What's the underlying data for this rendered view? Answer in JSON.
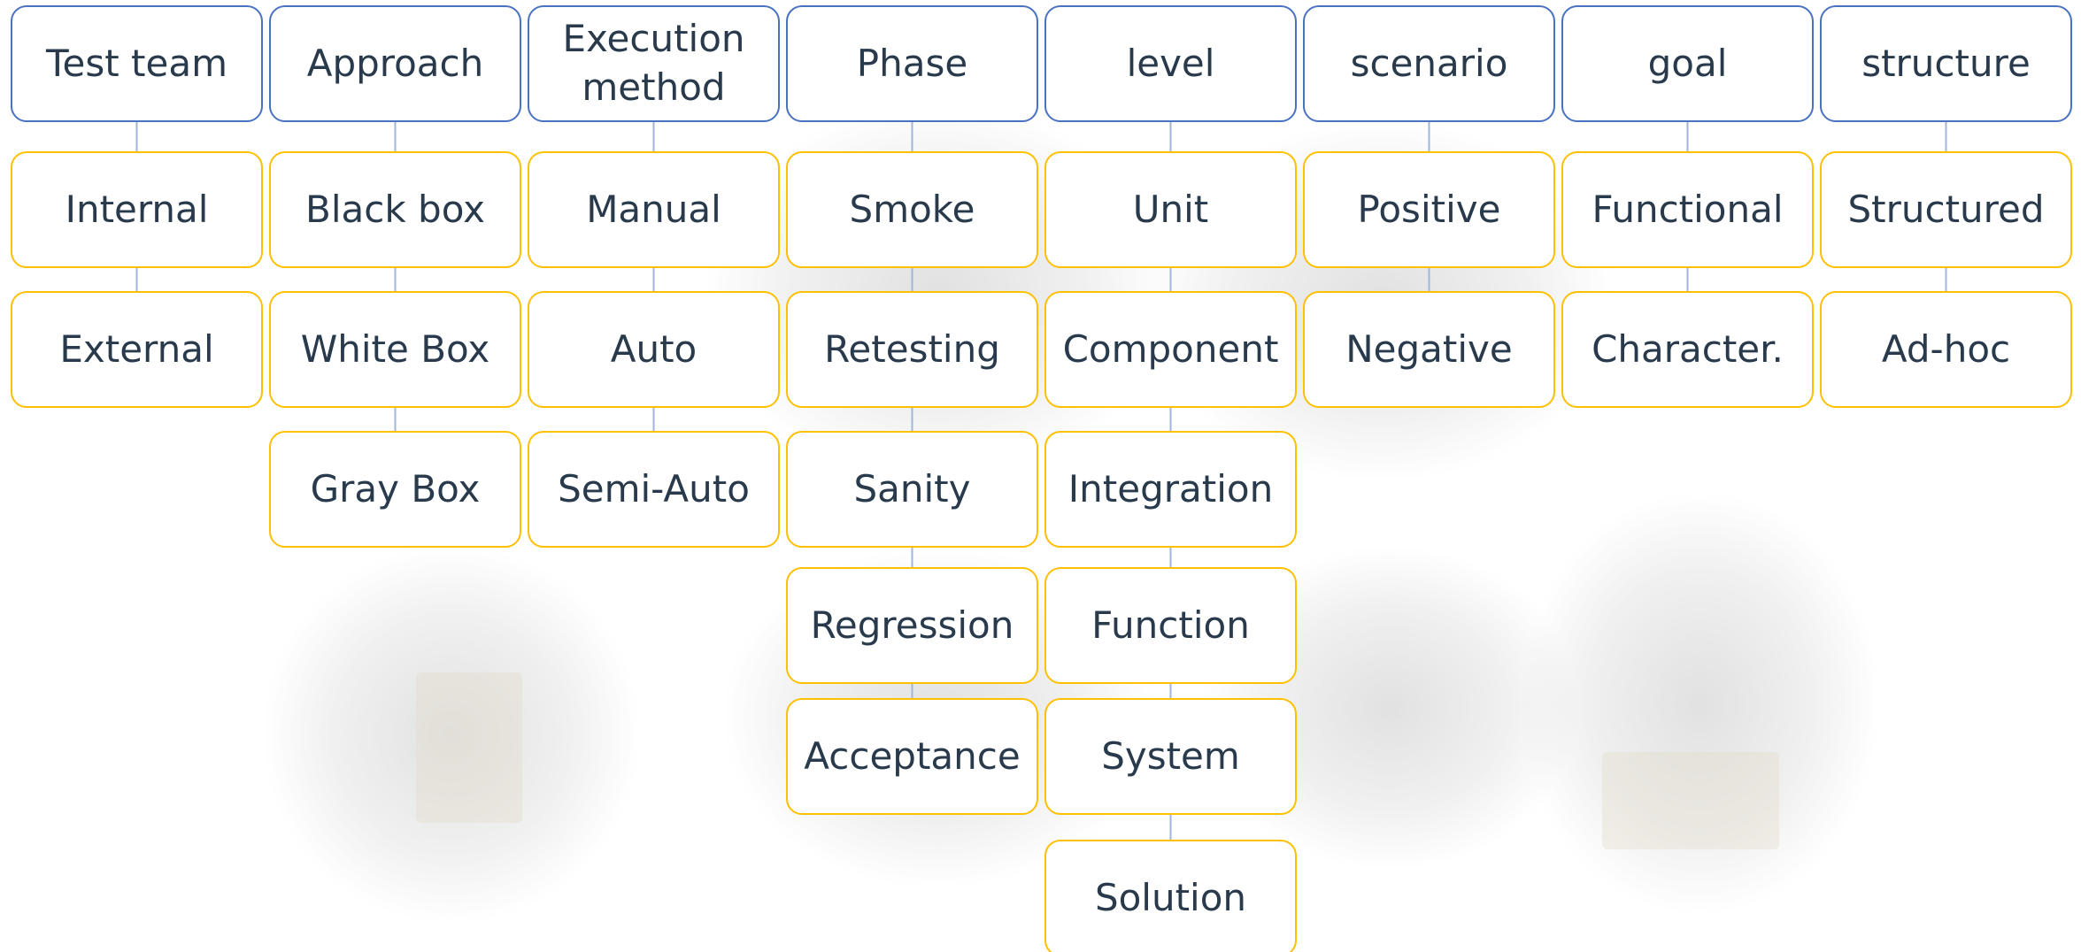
{
  "colors": {
    "header_border": "#4a72c2",
    "item_border": "#ffc000",
    "text": "#283a4c",
    "connector": "#9fb6df"
  },
  "columns": [
    {
      "header": "Test team",
      "items": [
        "Internal",
        "External"
      ]
    },
    {
      "header": "Approach",
      "items": [
        "Black box",
        "White Box",
        "Gray Box"
      ]
    },
    {
      "header": "Execution\nmethod",
      "items": [
        "Manual",
        "Auto",
        "Semi-Auto"
      ]
    },
    {
      "header": "Phase",
      "items": [
        "Smoke",
        "Retesting",
        "Sanity",
        "Regression",
        "Acceptance"
      ]
    },
    {
      "header": "level",
      "items": [
        "Unit",
        "Component",
        "Integration",
        "Function",
        "System",
        "Solution"
      ]
    },
    {
      "header": "scenario",
      "items": [
        "Positive",
        "Negative"
      ]
    },
    {
      "header": "goal",
      "items": [
        "Functional",
        "Character."
      ]
    },
    {
      "header": "structure",
      "items": [
        "Structured",
        "Ad-hoc"
      ]
    }
  ]
}
